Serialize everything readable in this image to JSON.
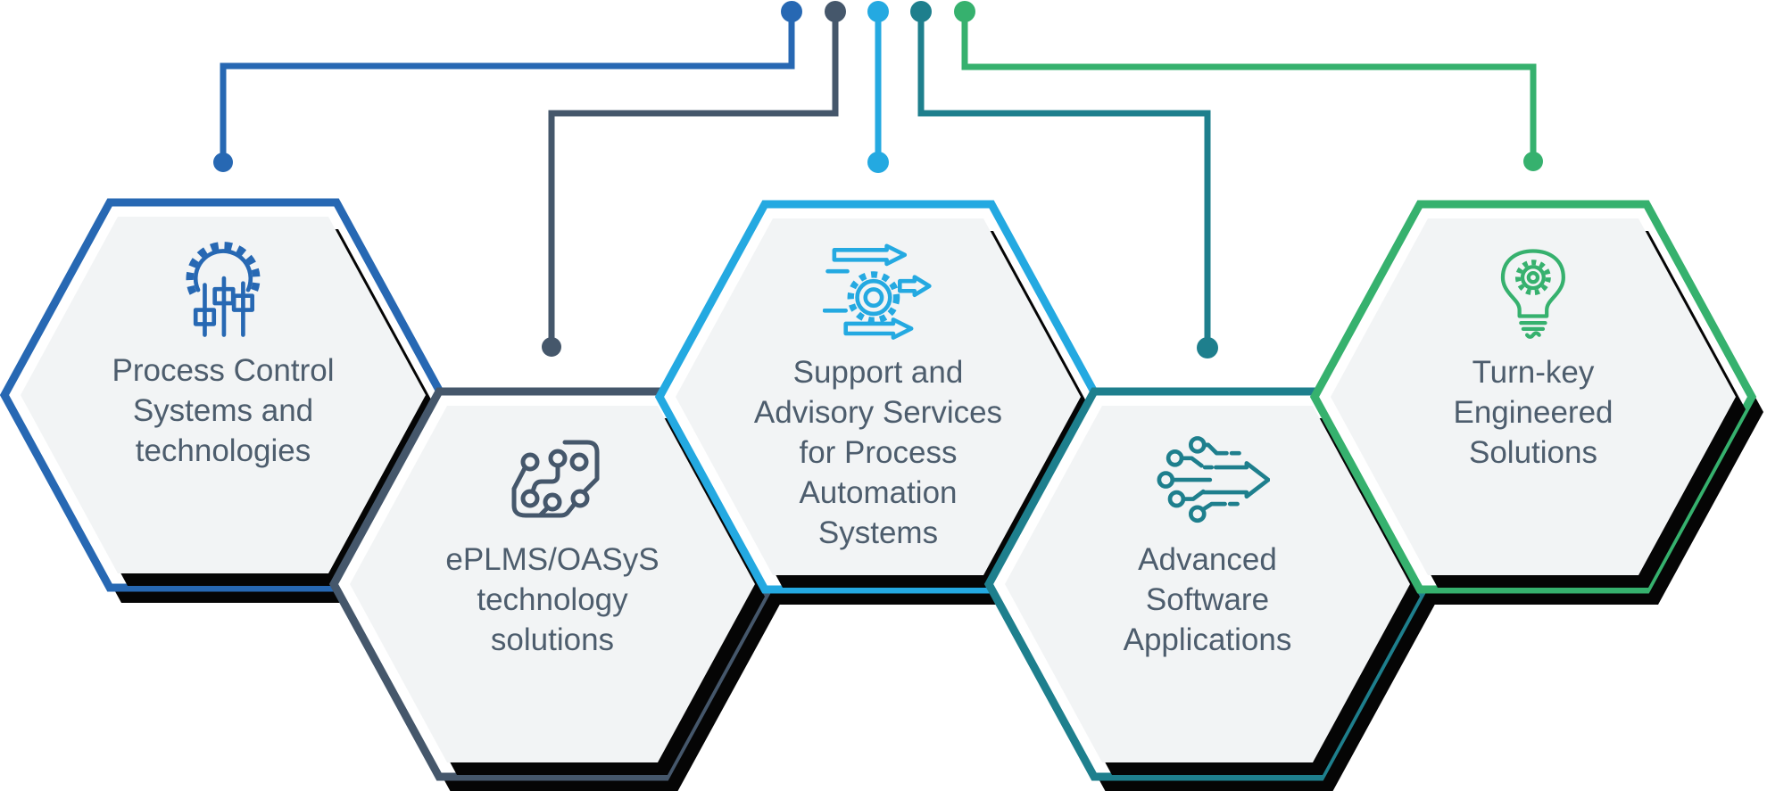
{
  "title": "Services honeycomb infographic",
  "background_color": "#ffffff",
  "text_color": "#4d5d6d",
  "hex_fill_color": "#f2f4f5",
  "shadow_color": "#050505",
  "hexagons": [
    {
      "name": "process-control",
      "label": "Process Control\nSystems and\ntechnologies",
      "accent": "#2768b3",
      "icon": "sliders-gear-icon",
      "row": "top"
    },
    {
      "name": "eplms-oasys",
      "label": "ePLMS/OASyS\ntechnology\nsolutions",
      "accent": "#45576b",
      "icon": "circuit-board-icon",
      "row": "bottom"
    },
    {
      "name": "support-advisory",
      "label": "Support and\nAdvisory Services\nfor Process\nAutomation\nSystems",
      "accent": "#24a9e1",
      "icon": "gear-arrows-icon",
      "row": "top"
    },
    {
      "name": "advanced-software",
      "label": "Advanced\nSoftware\nApplications",
      "accent": "#1e7f8d",
      "icon": "circuit-arrow-icon",
      "row": "bottom"
    },
    {
      "name": "turnkey-engineered",
      "label": "Turn-key\nEngineered\nSolutions",
      "accent": "#36b16e",
      "icon": "bulb-gear-icon",
      "row": "top"
    }
  ]
}
